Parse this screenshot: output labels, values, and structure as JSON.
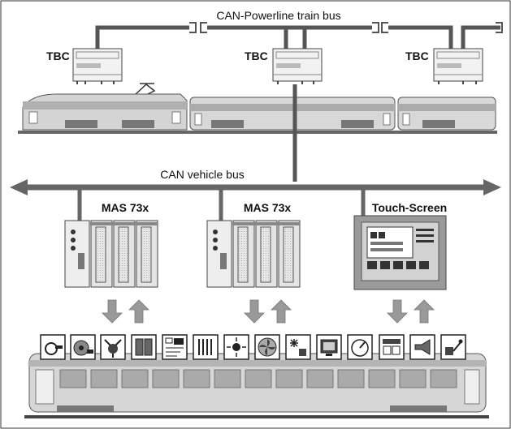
{
  "train_bus": {
    "label": "CAN-Powerline train bus"
  },
  "vehicle_bus": {
    "label": "CAN vehicle bus"
  },
  "tbc_nodes": [
    {
      "label": "TBC"
    },
    {
      "label": "TBC"
    },
    {
      "label": "TBC"
    }
  ],
  "devices": [
    {
      "label": "MAS 73x"
    },
    {
      "label": "MAS 73x"
    },
    {
      "label": "Touch-Screen"
    }
  ],
  "subsystem_icons": [
    "brake-icon",
    "wheel-icon",
    "axle-icon",
    "door-icon",
    "control-panel-icon",
    "heater-icon",
    "lighting-icon",
    "fan-icon",
    "air-conditioning-icon",
    "display-icon",
    "gauge-icon",
    "passenger-info-icon",
    "horn-icon",
    "power-supply-icon"
  ]
}
